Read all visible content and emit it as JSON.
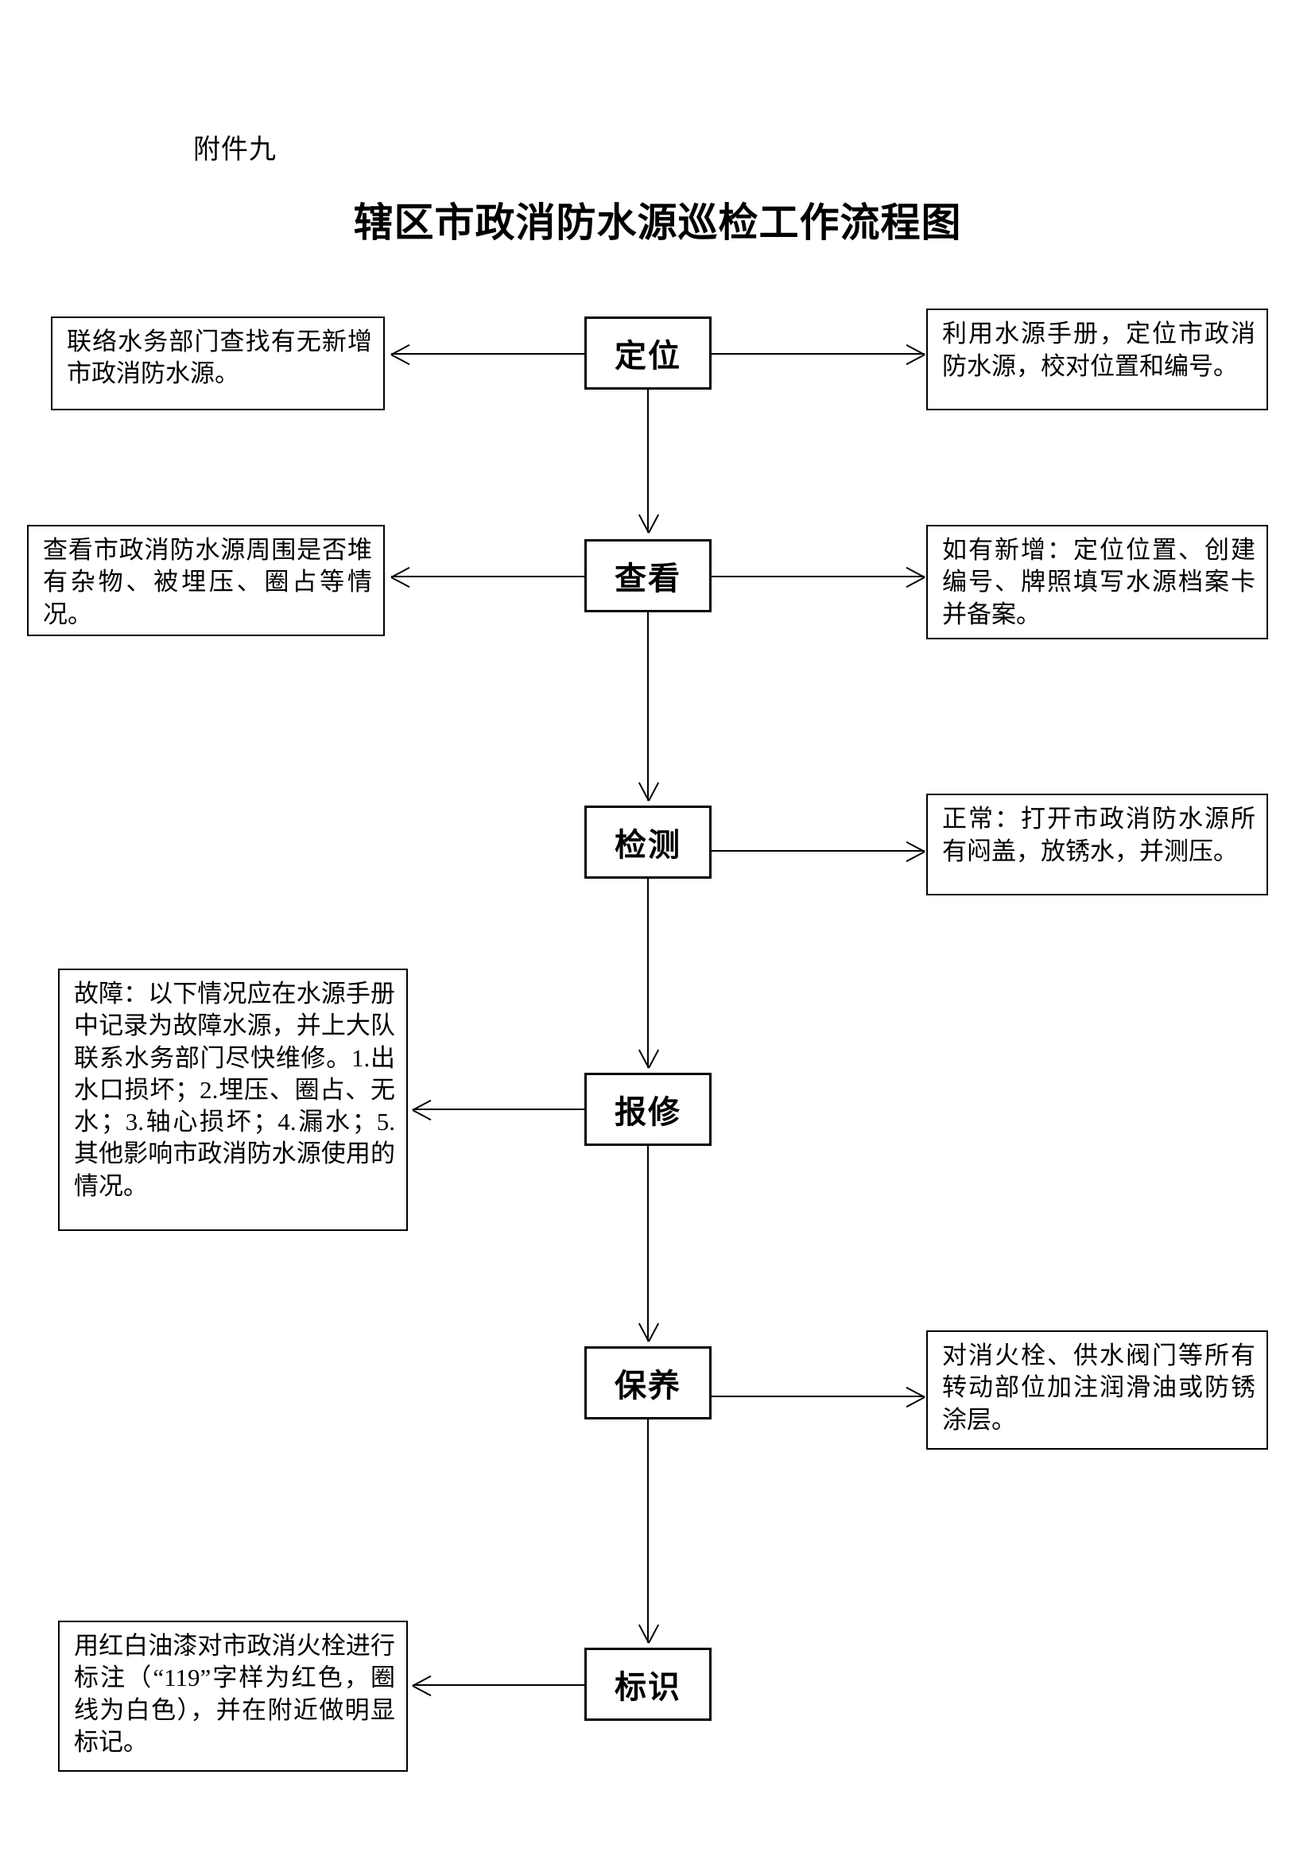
{
  "document": {
    "attachment_label": "附件九",
    "title": "辖区市政消防水源巡检工作流程图"
  },
  "flow": {
    "nodes": [
      {
        "id": "locate",
        "label": "定位"
      },
      {
        "id": "inspect",
        "label": "查看"
      },
      {
        "id": "test",
        "label": "检测"
      },
      {
        "id": "repair",
        "label": "报修"
      },
      {
        "id": "maintain",
        "label": "保养"
      },
      {
        "id": "mark",
        "label": "标识"
      }
    ],
    "left_boxes": [
      {
        "id": "locate-left",
        "for_node": "定位",
        "text": "联络水务部门查找有无新增市政消防水源。"
      },
      {
        "id": "inspect-left",
        "for_node": "查看",
        "text": "查看市政消防水源周围是否堆有杂物、被埋压、圈占等情况。"
      },
      {
        "id": "repair-left",
        "for_node": "报修",
        "text": "故障：以下情况应在水源手册中记录为故障水源，并上大队联系水务部门尽快维修。1.出水口损坏；2.埋压、圈占、无水；3.轴心损坏；4.漏水；5.其他影响市政消防水源使用的情况。"
      },
      {
        "id": "mark-left",
        "for_node": "标识",
        "text": "用红白油漆对市政消火栓进行标注（“119”字样为红色，圈线为白色），并在附近做明显标记。"
      }
    ],
    "right_boxes": [
      {
        "id": "locate-right",
        "for_node": "定位",
        "text": "利用水源手册，定位市政消防水源，校对位置和编号。"
      },
      {
        "id": "inspect-right",
        "for_node": "查看",
        "text": "如有新增：定位位置、创建编号、牌照填写水源档案卡并备案。"
      },
      {
        "id": "test-right",
        "for_node": "检测",
        "text": "正常：打开市政消防水源所有闷盖，放锈水，并测压。"
      },
      {
        "id": "maintain-right",
        "for_node": "保养",
        "text": "对消火栓、供水阀门等所有转动部位加注润滑油或防锈涂层。"
      }
    ],
    "connectors": {
      "locate_to_inspect": "arrow-down-icon",
      "inspect_to_test": "arrow-down-icon",
      "test_to_repair": "arrow-down-icon",
      "repair_to_maintain": "arrow-down-icon",
      "maintain_to_mark": "arrow-down-icon"
    }
  },
  "colors": {
    "ink": "#000000",
    "paper": "#ffffff"
  }
}
